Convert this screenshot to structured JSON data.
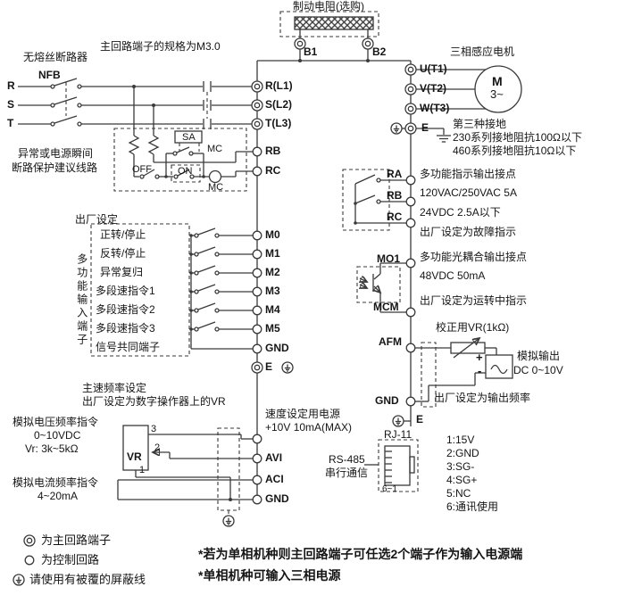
{
  "brake_resistor": {
    "title": "制动电阻(选购)",
    "b1": "B1",
    "b2": "B2"
  },
  "power_input": {
    "breaker_name": "无熔丝断路器",
    "nfb": "NFB",
    "phase_r": "R",
    "phase_s": "S",
    "phase_t": "T",
    "terminal_spec": "主回路端子的规格为M3.0"
  },
  "main_terminals": {
    "r": "R(L1)",
    "s": "S(L2)",
    "t": "T(L3)"
  },
  "protection_circuit": {
    "note_line1": "异常或电源瞬间",
    "note_line2": "断路保护建议线路",
    "sa": "SA",
    "mc_contact": "MC",
    "off": "OFF",
    "on": "ON",
    "mc_coil": "MC",
    "rb": "RB",
    "rc": "RC"
  },
  "digital_inputs": {
    "factory_setting": "出厂设定",
    "group_label": "多功能输入端子",
    "functions": [
      "正转/停止",
      "反转/停止",
      "异常复归",
      "多段速指令1",
      "多段速指令2",
      "多段速指令3",
      "信号共同端子"
    ],
    "terminals": [
      "M0",
      "M1",
      "M2",
      "M3",
      "M4",
      "M5",
      "GND",
      "E"
    ]
  },
  "frequency_setting": {
    "line1": "主速频率设定",
    "line2": "出厂设定为数字操作器上的VR",
    "analog_voltage_line1": "模拟电压频率指令",
    "analog_voltage_line2": "0~10VDC",
    "analog_voltage_line3": "Vr: 3k~5kΩ",
    "vr": "VR",
    "pin3": "3",
    "pin2": "2",
    "pin1": "1",
    "power_line1": "速度设定用电源",
    "power_line2": "+10V 10mA(MAX)",
    "avi": "AVI",
    "aci": "ACI",
    "gnd": "GND",
    "analog_current_line1": "模拟电流频率指令",
    "analog_current_line2": "4~20mA"
  },
  "motor": {
    "title": "三相感应电机",
    "u": "U(T1)",
    "v": "V(T2)",
    "w": "W(T3)",
    "e": "E",
    "m": "M",
    "phase": "3~",
    "ground_line1": "第三种接地",
    "ground_line2": "230系列接地阻抗100Ω以下",
    "ground_line3": "460系列接地阻抗10Ω以下"
  },
  "relay_output": {
    "ra": "RA",
    "rb": "RB",
    "rc": "RC",
    "line1": "多功能指示输出接点",
    "line2": "120VAC/250VAC 5A",
    "line3": "24VDC 2.5A以下",
    "line4": "出厂设定为故障指示"
  },
  "photocoupler_output": {
    "mo1": "MO1",
    "mcm": "MCM",
    "line1": "多功能光耦合输出接点",
    "line2": "48VDC 50mA",
    "line3": "出厂设定为运转中指示"
  },
  "analog_output": {
    "afm": "AFM",
    "gnd": "GND",
    "e": "E",
    "vr_label": "校正用VR(1kΩ)",
    "plus": "+",
    "minus": "-",
    "line1": "模拟输出",
    "line2": "DC 0~10V",
    "line3": "出厂设定为输出频率"
  },
  "rs485": {
    "rj11": "RJ-11",
    "name": "RS-485",
    "name2": "串行通信",
    "pins_range": "6~1",
    "pins": [
      "1:15V",
      "2:GND",
      "3:SG-",
      "4:SG+",
      "5:NC",
      "6:通讯使用"
    ]
  },
  "legend": {
    "main_circuit": "为主回路端子",
    "control_circuit": "为控制回路",
    "shield": "请使用有被覆的屏蔽线"
  },
  "notes": [
    "*若为单相机种则主回路端子可任选2个端子作为输入电源端",
    "*单相机种可输入三相电源"
  ]
}
